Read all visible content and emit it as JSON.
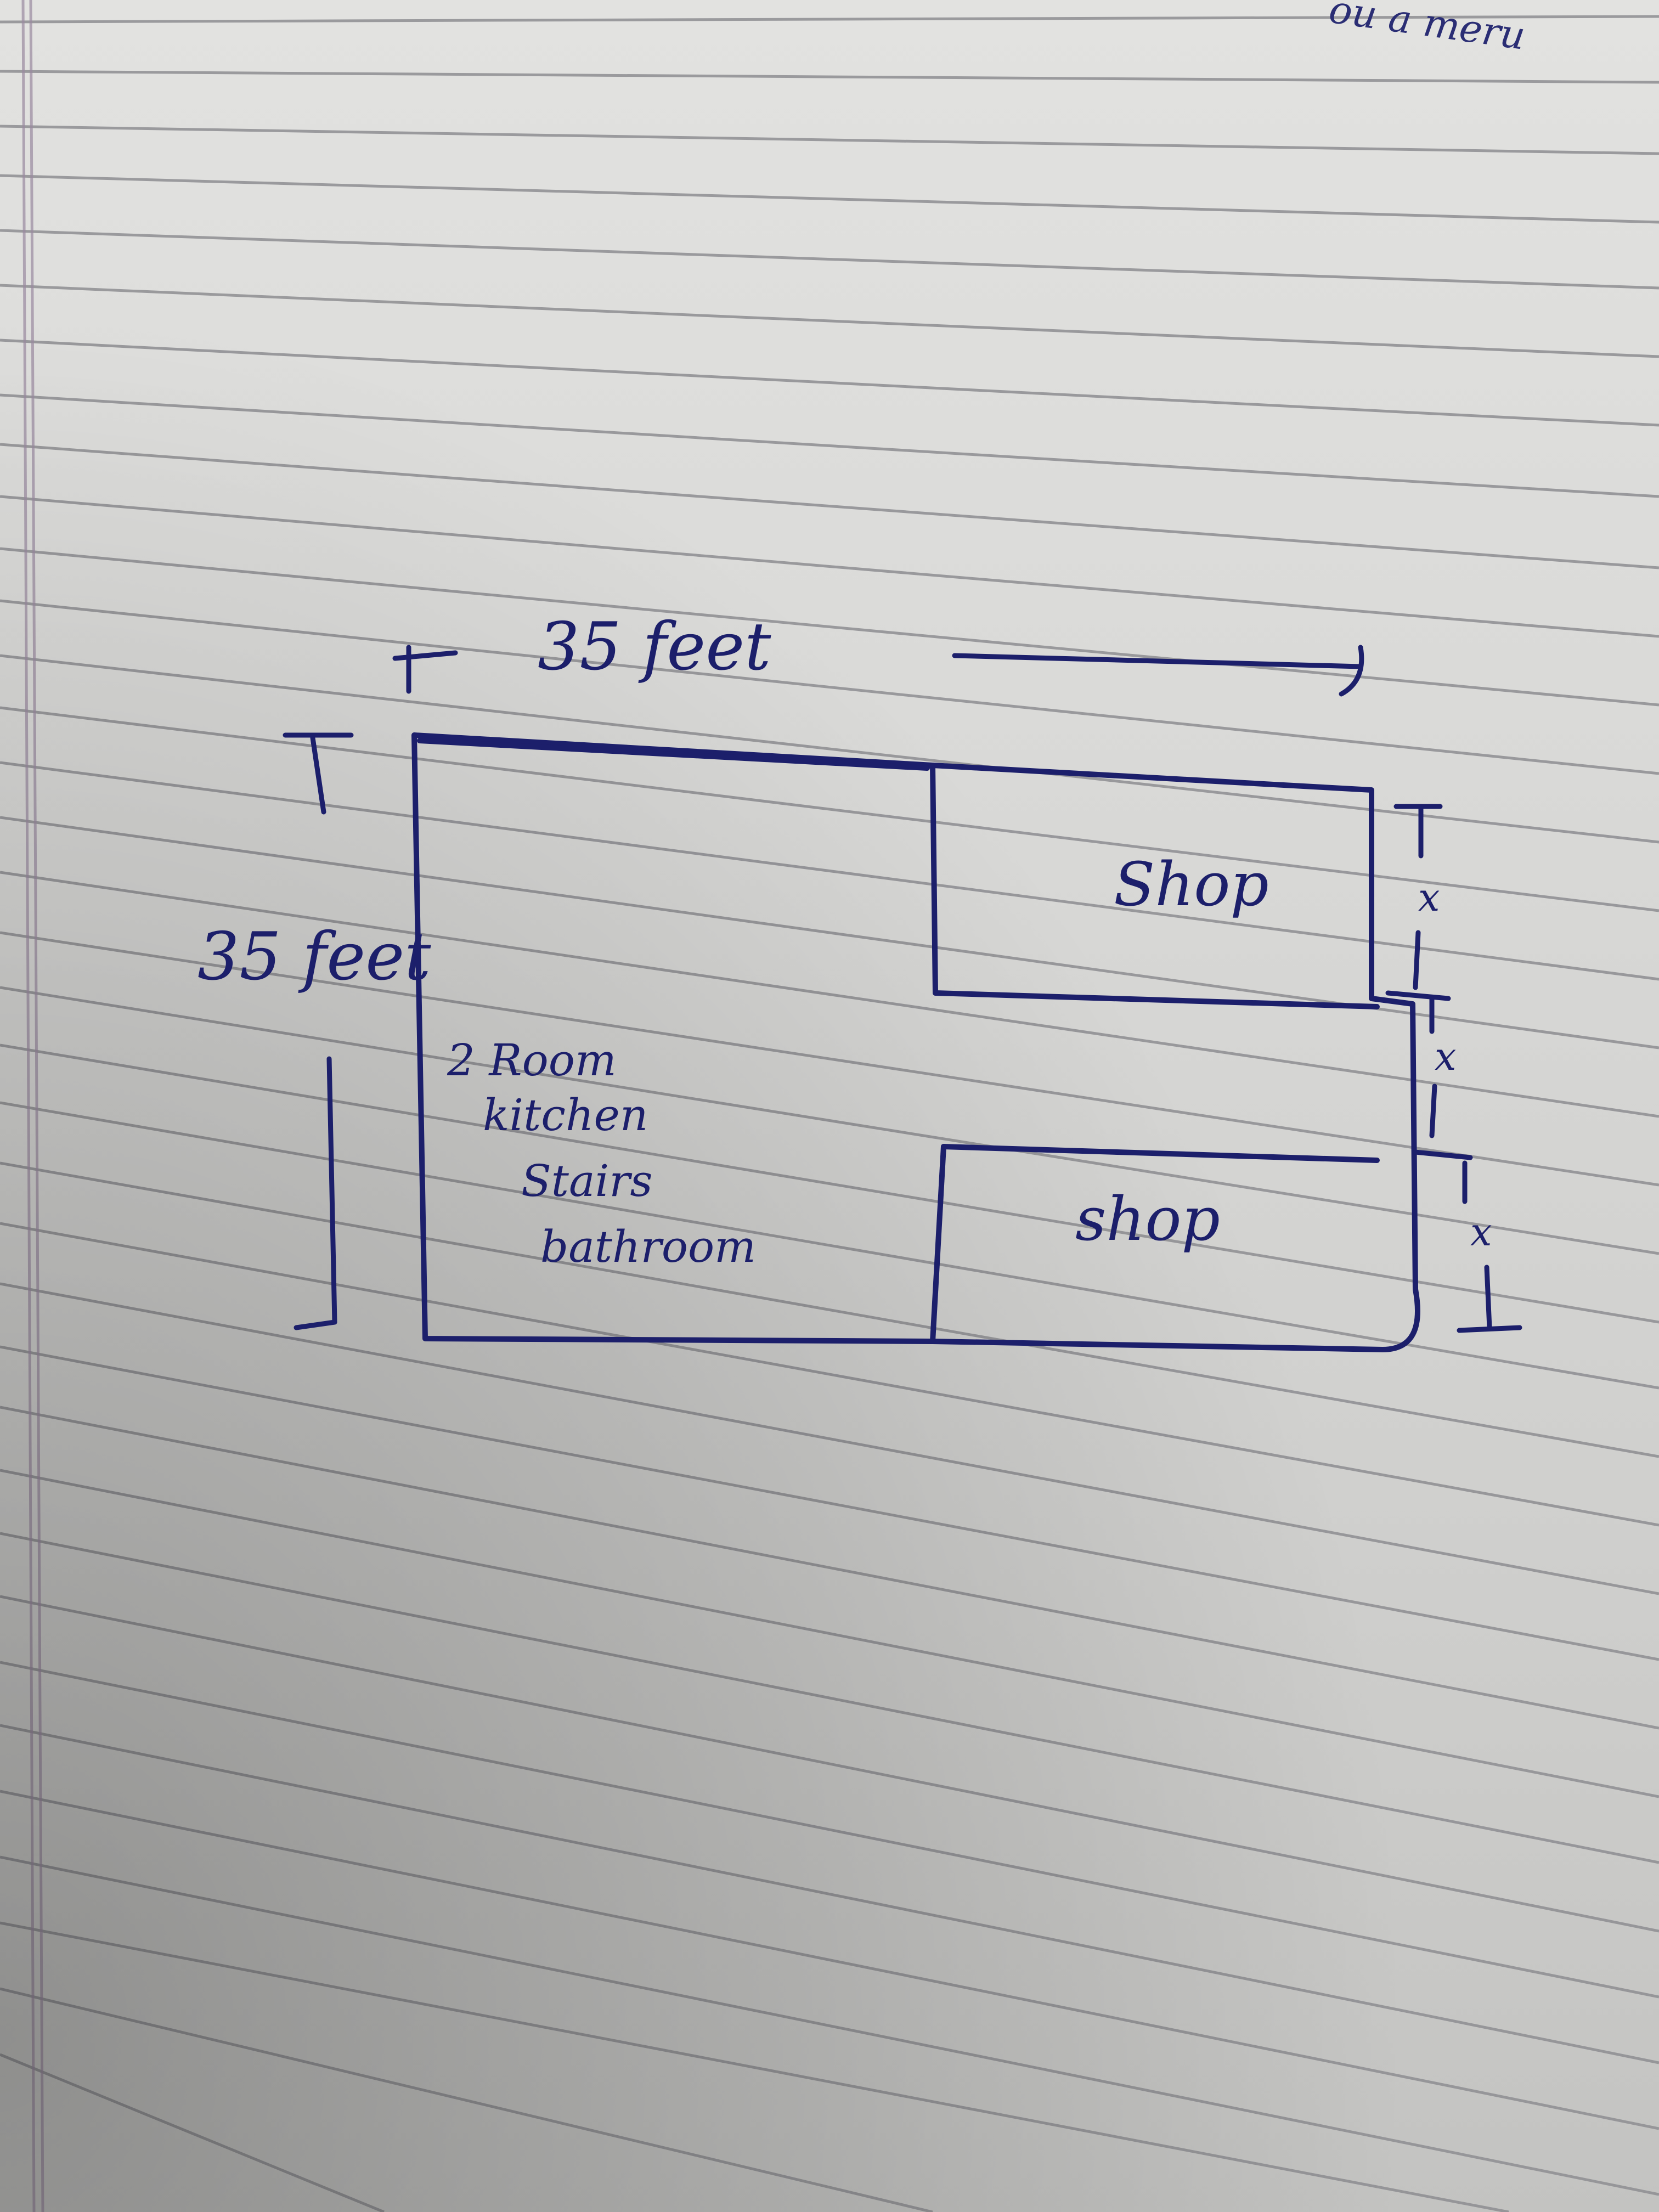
{
  "corner_note": "ou a meru",
  "dimensions": {
    "width_label": "35 feet",
    "height_label": "35 feet"
  },
  "rooms": [
    "2 Room",
    "kitchen",
    "Stairs",
    "bathroom"
  ],
  "shops": [
    "Shop",
    "shop"
  ],
  "side_segments": [
    "x",
    "x",
    "x"
  ],
  "colors": {
    "ink": "#1c1f6b",
    "paper": "#dcdcda",
    "rule": "#8e8e92"
  }
}
